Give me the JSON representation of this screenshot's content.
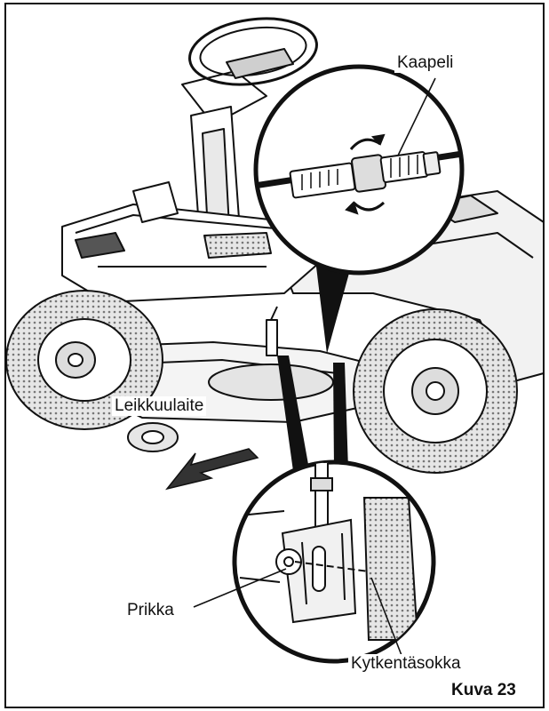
{
  "labels": {
    "cable": "Kaapeli",
    "deck": "Leikkuulaite",
    "washer": "Prikka",
    "hitch_pin": "Kytkentäsokka"
  },
  "caption": "Kuva 23",
  "colors": {
    "ink": "#111111",
    "paper": "#ffffff",
    "shade": "#d8d8d8"
  }
}
